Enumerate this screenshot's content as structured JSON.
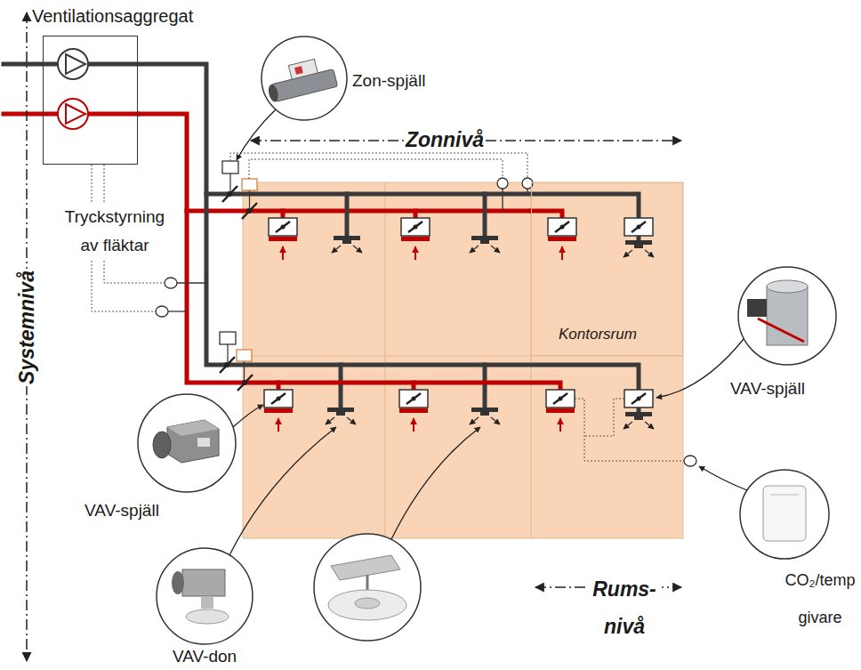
{
  "diagram": {
    "nodes": [
      {
        "text": [
          "Ventilationsaggregat"
        ]
      },
      {
        "text": [
          "Kontorsrum"
        ]
      }
    ],
    "edges": [
      {
        "from": 0,
        "to": 1,
        "arrow": "none"
      }
    ],
    "labels": [
      "Zon-spjäll",
      "Zonnivå",
      "Tryckstyrning av fläktar",
      "Systemnivå",
      "VAV-spjäll",
      "VAV-spjäll",
      "CO₂/temp givare",
      "Rums- nivå",
      "VAV-don"
    ]
  }
}
